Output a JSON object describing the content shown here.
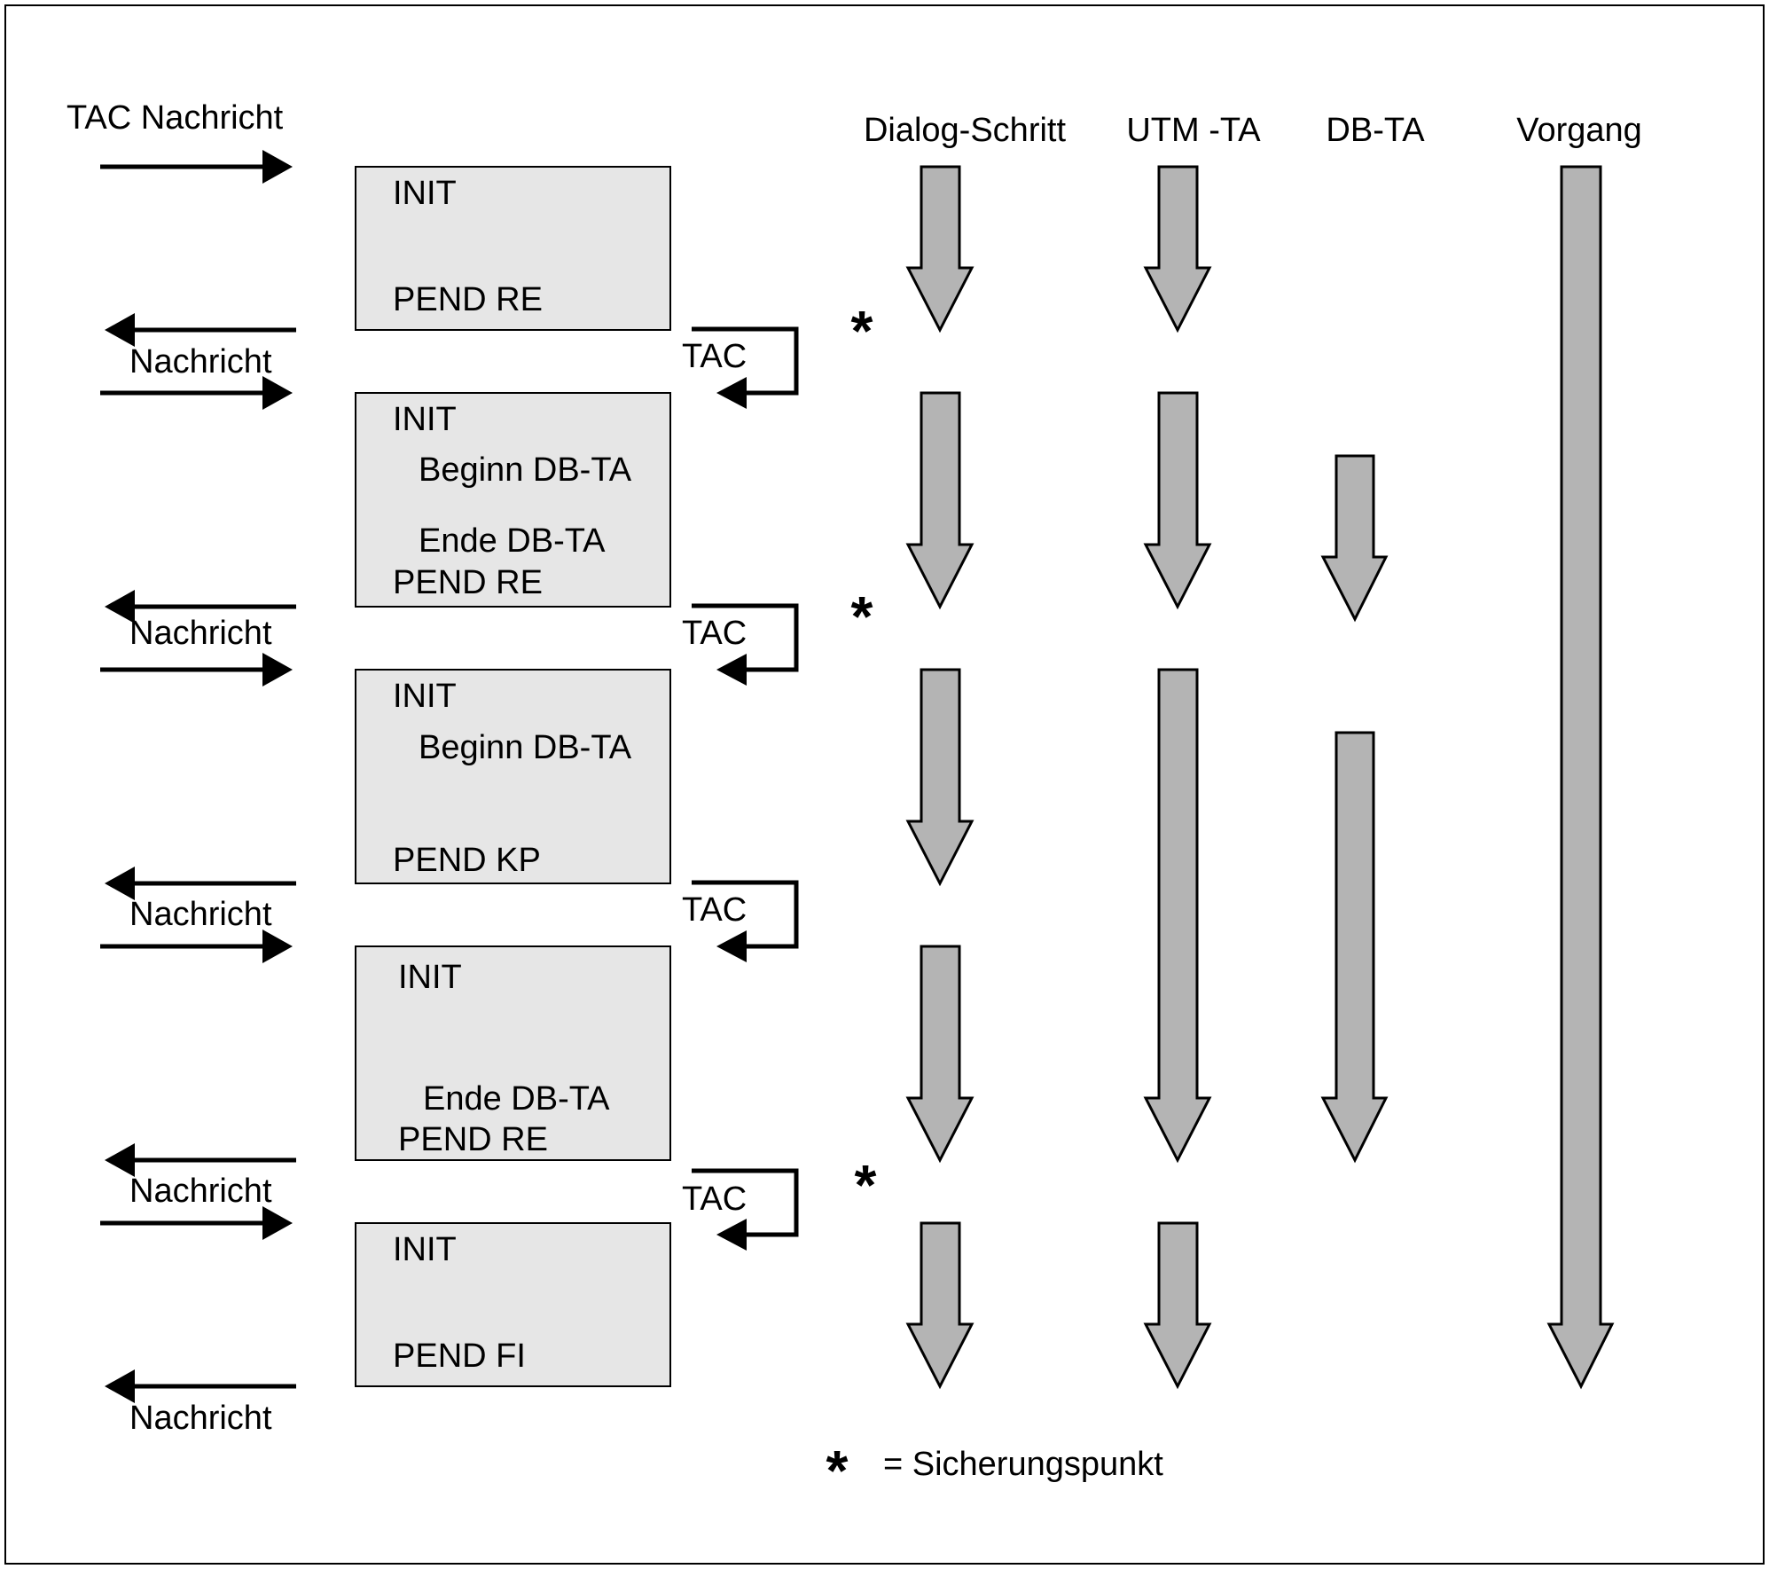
{
  "columns": {
    "dialog": "Dialog-Schritt",
    "utm": "UTM -TA",
    "db": "DB-TA",
    "vorgang": "Vorgang"
  },
  "messages": {
    "first": "TAC Nachricht",
    "nachricht": "Nachricht",
    "tac": "TAC"
  },
  "steps": [
    {
      "lines": [
        "INIT",
        "PEND RE"
      ]
    },
    {
      "lines": [
        "INIT",
        "Beginn DB-TA",
        "Ende DB-TA",
        "PEND RE"
      ]
    },
    {
      "lines": [
        "INIT",
        "Beginn DB-TA",
        "PEND KP"
      ]
    },
    {
      "lines": [
        "INIT",
        "Ende DB-TA",
        "PEND RE"
      ]
    },
    {
      "lines": [
        "INIT",
        "PEND FI"
      ]
    }
  ],
  "savepoint": {
    "symbol": "*"
  },
  "legend": {
    "symbol": "*",
    "text": "= Sicherungspunkt"
  },
  "colors": {
    "box_fill": "#e6e6e6",
    "arrow_fill": "#b4b4b4",
    "stroke": "#000000"
  }
}
